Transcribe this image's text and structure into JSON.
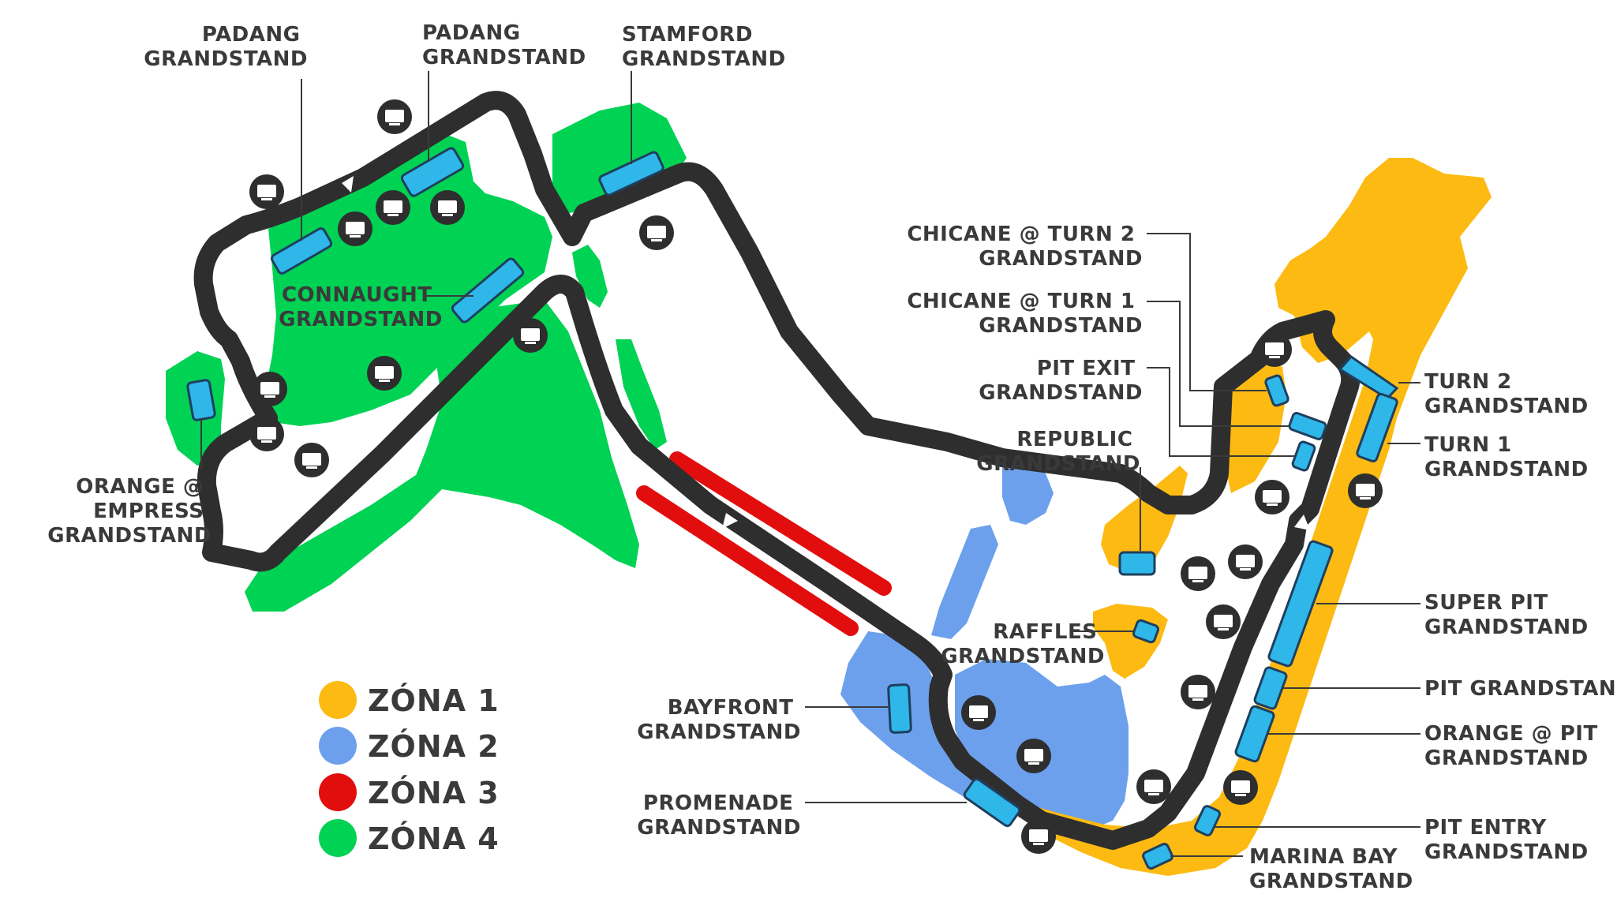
{
  "colors": {
    "zone1": "#FDBA12",
    "zone2": "#6CA0EC",
    "zone3": "#E20E0E",
    "zone4": "#00D254",
    "track": "#2E2E2E",
    "grandstand": "#2FB7EA",
    "label": "#3A3A3A"
  },
  "icons": {
    "screen": "tv-screen-icon",
    "direction": "direction-arrow-icon"
  },
  "legend": [
    {
      "label": "ZÓNA 1",
      "color": "#FDBA12"
    },
    {
      "label": "ZÓNA 2",
      "color": "#6CA0EC"
    },
    {
      "label": "ZÓNA 3",
      "color": "#E20E0E"
    },
    {
      "label": "ZÓNA 4",
      "color": "#00D254"
    }
  ],
  "grandstands": {
    "padang_1": [
      "PADANG",
      "GRANDSTAND"
    ],
    "padang_2": [
      "PADANG",
      "GRANDSTAND"
    ],
    "stamford": [
      "STAMFORD",
      "GRANDSTAND"
    ],
    "connaught": [
      "CONNAUGHT",
      "GRANDSTAND"
    ],
    "orange_empress": [
      "ORANGE @",
      "EMPRESS",
      "GRANDSTAND"
    ],
    "chicane_turn2": [
      "CHICANE @ TURN 2",
      "GRANDSTAND"
    ],
    "chicane_turn1": [
      "CHICANE @ TURN 1",
      "GRANDSTAND"
    ],
    "pit_exit": [
      "PIT EXIT",
      "GRANDSTAND"
    ],
    "republic": [
      "REPUBLIC",
      "GRANDSTAND"
    ],
    "raffles": [
      "RAFFLES",
      "GRANDSTAND"
    ],
    "bayfront": [
      "BAYFRONT",
      "GRANDSTAND"
    ],
    "promenade": [
      "PROMENADE",
      "GRANDSTAND"
    ],
    "turn2": [
      "TURN 2",
      "GRANDSTAND"
    ],
    "turn1": [
      "TURN 1",
      "GRANDSTAND"
    ],
    "super_pit": [
      "SUPER PIT",
      "GRANDSTAND"
    ],
    "pit": [
      "PIT GRANDSTAND"
    ],
    "orange_pit": [
      "ORANGE @ PIT",
      "GRANDSTAND"
    ],
    "pit_entry": [
      "PIT ENTRY",
      "GRANDSTAND"
    ],
    "marina_bay": [
      "MARINA BAY",
      "GRANDSTAND"
    ]
  }
}
